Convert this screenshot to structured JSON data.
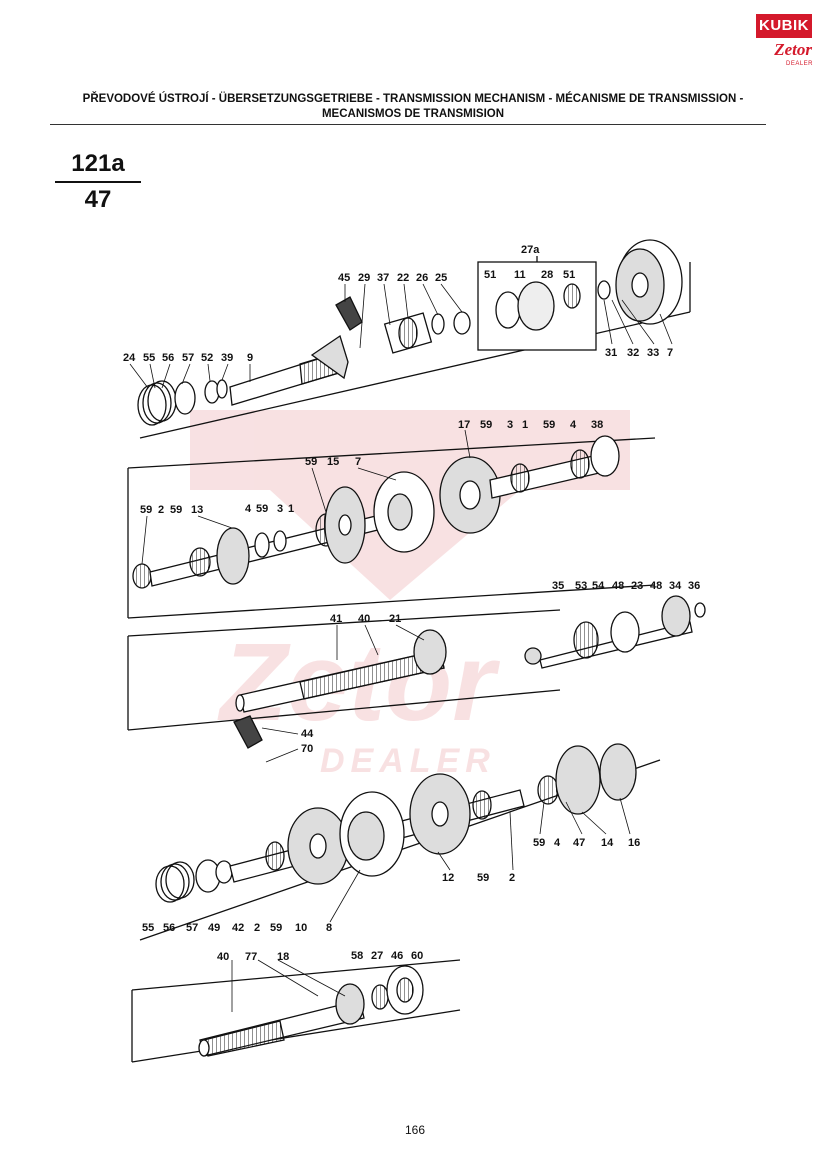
{
  "header": {
    "title": "PŘEVODOVÉ ÚSTROJÍ - ÜBERSETZUNGSGETRIEBE - TRANSMISSION MECHANISM - MÉCANISME DE TRANSMISSION - MECANISMOS DE TRANSMISION",
    "group_number": "121a",
    "sub_number": "47"
  },
  "logo": {
    "brand": "KUBIK",
    "make": "Zetor",
    "tag": "DEALER",
    "color": "#d4192b"
  },
  "watermark": {
    "text": "DEALER",
    "color": "#f3c9cc"
  },
  "callouts": {
    "section1": [
      "45",
      "29",
      "37",
      "22",
      "26",
      "25",
      "27a",
      "51",
      "11",
      "28",
      "51",
      "31",
      "32",
      "33",
      "7",
      "24",
      "55",
      "56",
      "57",
      "52",
      "39",
      "9"
    ],
    "section2": [
      "17",
      "59",
      "3",
      "1",
      "59",
      "4",
      "38",
      "59",
      "15",
      "7",
      "59",
      "2",
      "59",
      "13",
      "4",
      "59",
      "3",
      "1"
    ],
    "section3": [
      "41",
      "40",
      "21",
      "44",
      "70",
      "35",
      "53",
      "54",
      "48",
      "23",
      "48",
      "34",
      "36"
    ],
    "section4": [
      "59",
      "4",
      "47",
      "14",
      "16",
      "12",
      "59",
      "2",
      "55",
      "56",
      "57",
      "49",
      "42",
      "2",
      "59",
      "10",
      "8"
    ],
    "section5": [
      "40",
      "77",
      "18",
      "58",
      "27",
      "46",
      "60"
    ]
  },
  "footer": {
    "page_number": "166"
  }
}
